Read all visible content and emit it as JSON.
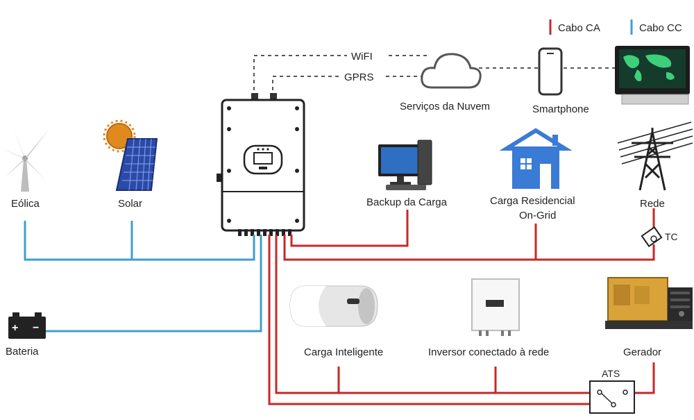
{
  "legend": {
    "ac": {
      "label": "Cabo CA",
      "color": "#c62828"
    },
    "dc": {
      "label": "Cabo CC",
      "color": "#3d9fce"
    }
  },
  "links": {
    "wifi": "WiFI",
    "gprs": "GPRS"
  },
  "nodes": {
    "cloud": "Serviços da Nuvem",
    "smartphone": "Smartphone",
    "wind": "Eólica",
    "solar": "Solar",
    "backup": "Backup da Carga",
    "residential": [
      "Carga Residencial",
      "On-Grid"
    ],
    "grid": "Rede",
    "ct": "TC",
    "battery": "Bateria",
    "smart_load": "Carga Inteligente",
    "grid_inverter": "Inversor conectado à rede",
    "generator": "Gerador",
    "ats": "ATS"
  },
  "colors": {
    "ac": "#c62828",
    "dc": "#3d9fce",
    "dashed": "#555555",
    "house": "#3a7bd5",
    "solar_panel": "#2b4aa8",
    "sun": "#e08a1e",
    "generator": "#d9a33a"
  }
}
